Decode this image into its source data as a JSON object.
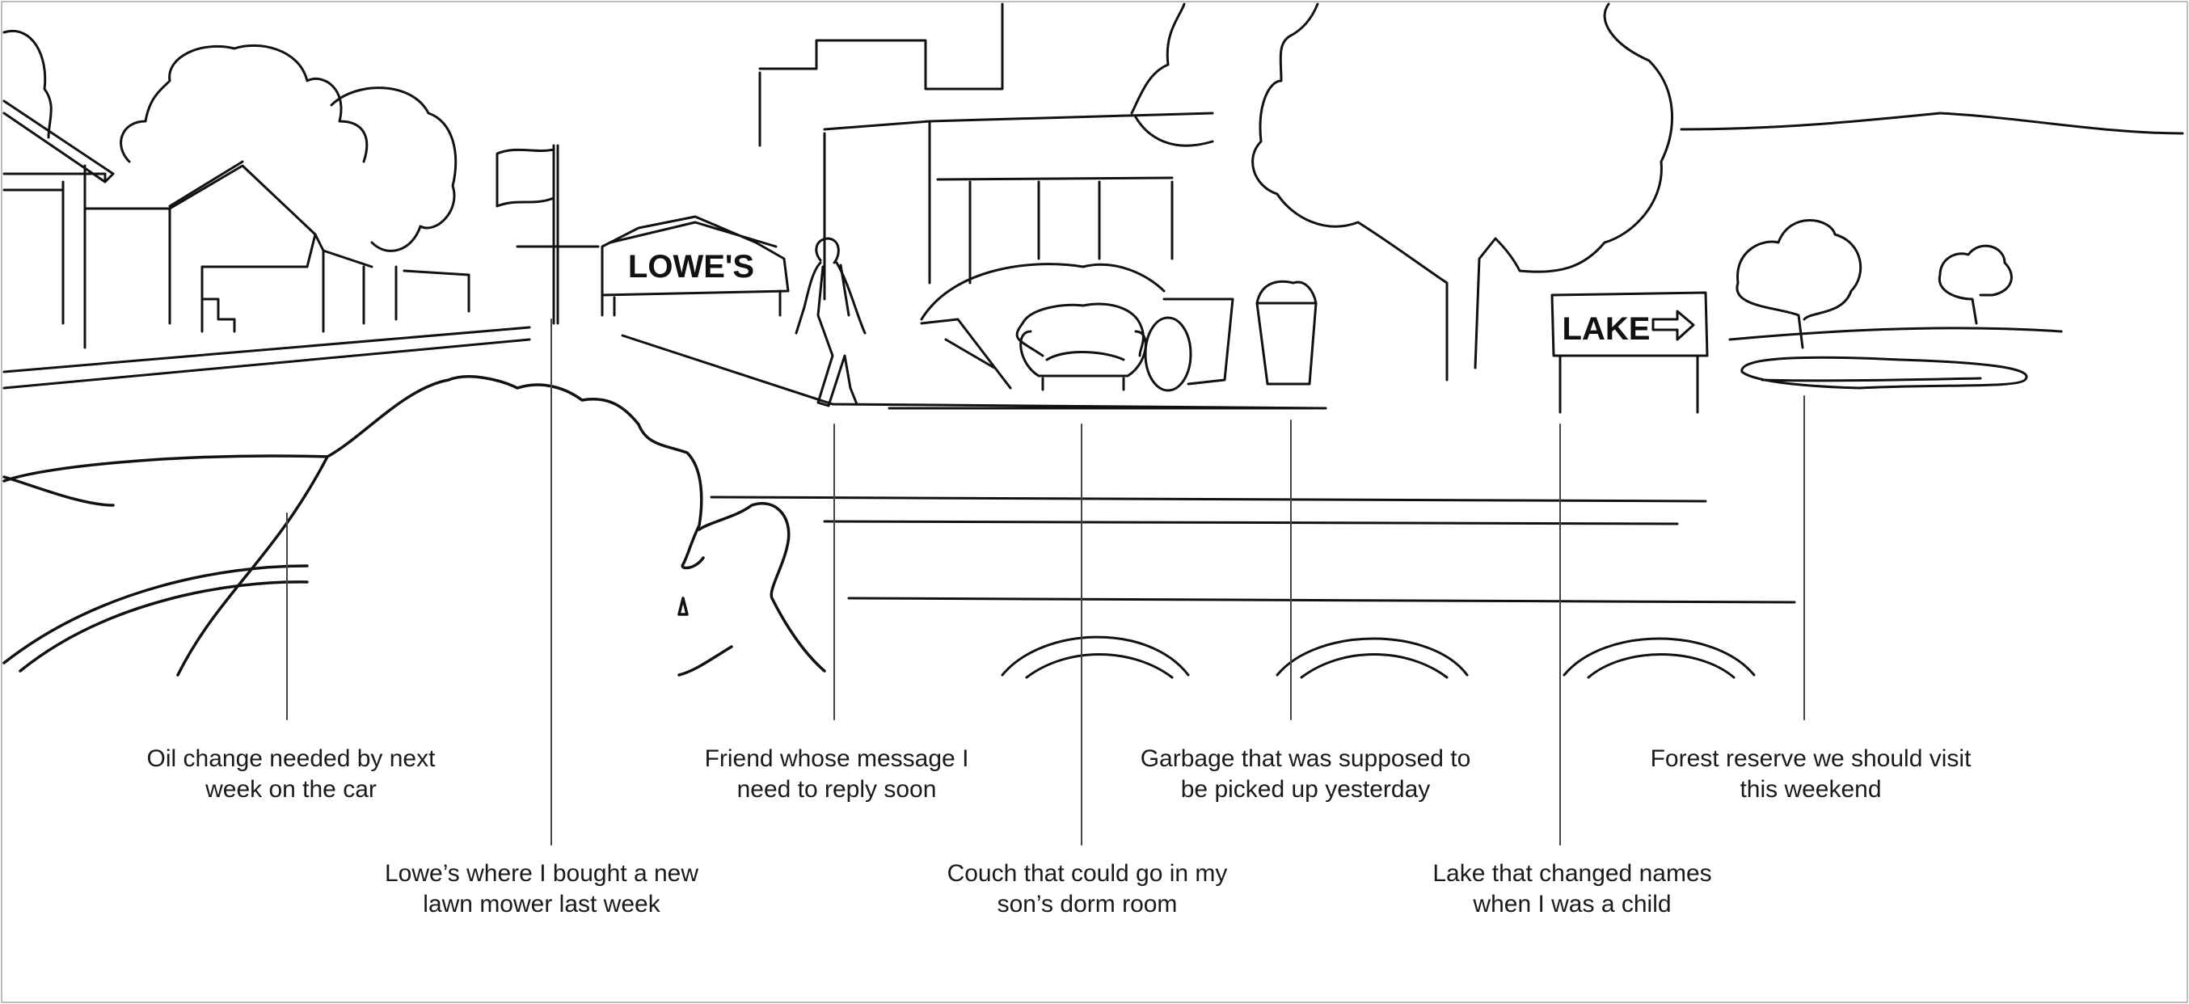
{
  "signs": {
    "store": "LOWE'S",
    "lake": "LAKE"
  },
  "callouts": {
    "oil_change": "Oil change needed by next week on the car",
    "lowes": "Lowe’s where I bought a new lawn mower last week",
    "friend": "Friend whose message I need to reply soon",
    "couch": "Couch that could go in my son’s dorm room",
    "garbage": "Garbage that was supposed to be picked up yesterday",
    "lake": "Lake that changed names when I was a child",
    "forest": "Forest reserve we should visit this weekend"
  },
  "colors": {
    "ink": "#111111",
    "background": "#ffffff",
    "border": "#bdbdbd"
  }
}
